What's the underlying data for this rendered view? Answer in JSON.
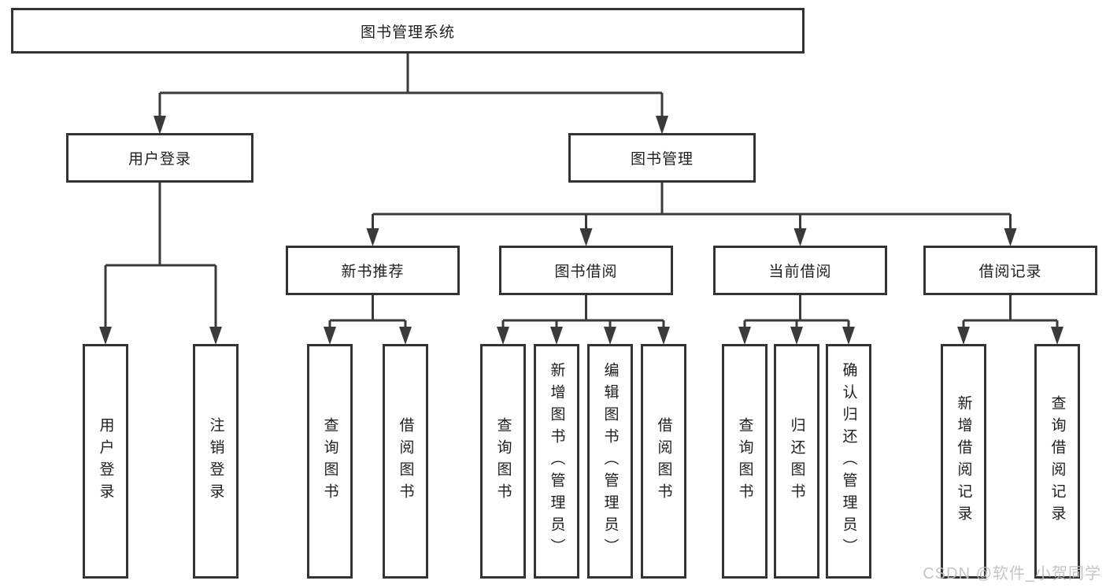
{
  "root": {
    "label": "图书管理系统"
  },
  "user_login": {
    "label": "用户登录",
    "children": [
      {
        "label": "用户登录"
      },
      {
        "label": "注销登录"
      }
    ]
  },
  "book_mgmt": {
    "label": "图书管理",
    "sections": [
      {
        "label": "新书推荐",
        "children": [
          {
            "label": "查询图书"
          },
          {
            "label": "借阅图书"
          }
        ]
      },
      {
        "label": "图书借阅",
        "children": [
          {
            "label": "查询图书"
          },
          {
            "label": "新增图书（管理员）"
          },
          {
            "label": "编辑图书（管理员）"
          },
          {
            "label": "借阅图书"
          }
        ]
      },
      {
        "label": "当前借阅",
        "children": [
          {
            "label": "查询图书"
          },
          {
            "label": "归还图书"
          },
          {
            "label": "确认归还（管理员）"
          }
        ]
      },
      {
        "label": "借阅记录",
        "children": [
          {
            "label": "新增借阅记录"
          },
          {
            "label": "查询借阅记录"
          }
        ]
      }
    ]
  },
  "watermark": {
    "text": "CSDN @软件_小贺同学"
  },
  "colors": {
    "line": "#3a3a3a",
    "border": "#333333",
    "text": "#1f1f1f",
    "watermark": "#bfbfbf",
    "background": "#ffffff"
  }
}
